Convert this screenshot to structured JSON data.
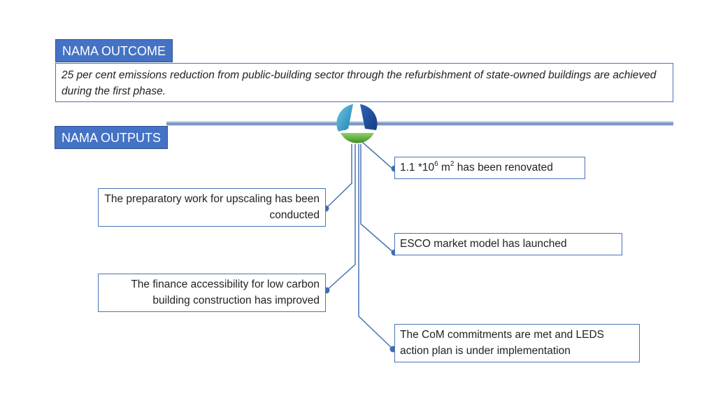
{
  "outcome": {
    "label": "NAMA OUTCOME",
    "text": "25 per cent emissions reduction from public-building sector through the refurbishment of state-owned buildings are achieved during the first phase."
  },
  "outputs": {
    "label": "NAMA OUTPUTS",
    "items": {
      "renovated": {
        "pre": "1.1 *10",
        "exp": "6",
        "mid": " m",
        "exp2": "2",
        "post": " has been renovated"
      },
      "esco": "ESCO market model has launched",
      "com": "The CoM commitments are met and LEDS action plan is under implementation",
      "prep": "The preparatory work for upscaling has been conducted",
      "finance": "The finance accessibility for low carbon building construction has improved"
    }
  },
  "colors": {
    "tab_fill": "#4472c4",
    "box_border": "#4a74b4",
    "logo_left": "#3a9ec9",
    "logo_right": "#1f4e9c",
    "logo_bottom": "#55a832"
  },
  "icons": {
    "logo": "tri-segment-circle-logo"
  }
}
